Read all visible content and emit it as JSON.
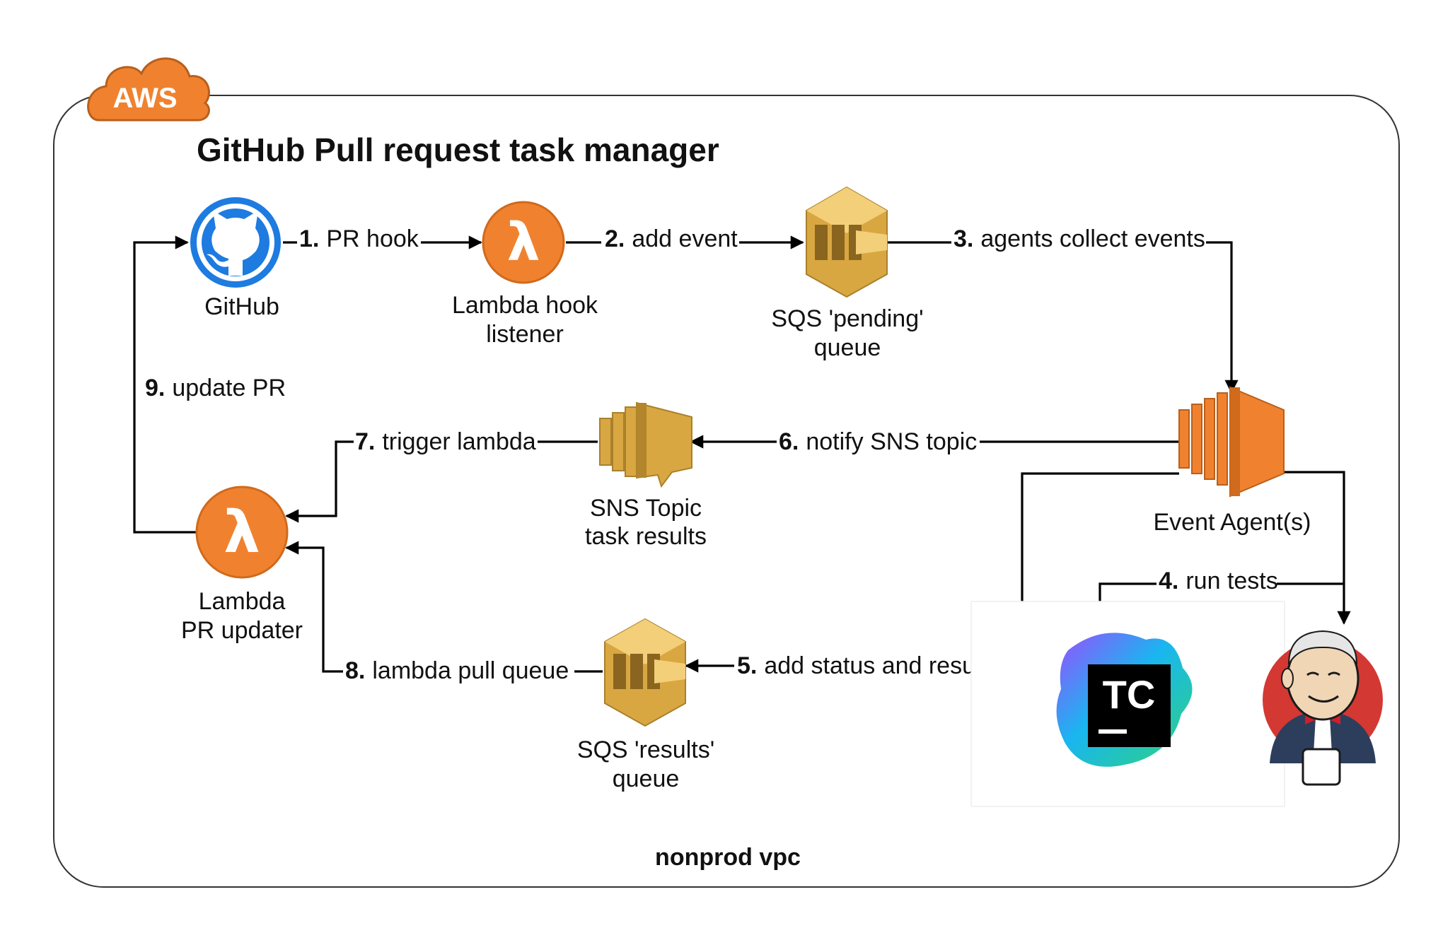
{
  "title": "GitHub Pull request task manager",
  "cloud_badge": "AWS",
  "vpc_label": "nonprod vpc",
  "colors": {
    "aws_orange": "#F0822F",
    "sqs_gold": "#D9A741",
    "github_blue": "#1E7BE0",
    "jenkins_red": "#D33833",
    "teamcity_black": "#000000"
  },
  "nodes": {
    "github": {
      "label": "GitHub",
      "icon": "github-octocat-icon"
    },
    "lambda_hook": {
      "line1": "Lambda hook",
      "line2": "listener",
      "icon": "lambda-icon"
    },
    "sqs_pending": {
      "line1": "SQS 'pending'",
      "line2": "queue",
      "icon": "sqs-queue-icon"
    },
    "event_agent": {
      "label": "Event Agent(s)",
      "icon": "ec2-instances-icon"
    },
    "sns_topic": {
      "line1": "SNS Topic",
      "line2": "task results",
      "icon": "sns-topic-icon"
    },
    "lambda_updater": {
      "line1": "Lambda",
      "line2": "PR updater",
      "icon": "lambda-icon"
    },
    "sqs_results": {
      "line1": "SQS 'results'",
      "line2": "queue",
      "icon": "sqs-queue-icon"
    },
    "teamcity": {
      "text": "TC",
      "icon": "teamcity-logo-icon"
    },
    "jenkins": {
      "icon": "jenkins-butler-icon"
    }
  },
  "steps": [
    {
      "num": "1.",
      "text": "PR hook"
    },
    {
      "num": "2.",
      "text": "add event"
    },
    {
      "num": "3.",
      "text": "agents collect events"
    },
    {
      "num": "4.",
      "text": "run tests"
    },
    {
      "num": "5.",
      "text": "add status and results"
    },
    {
      "num": "6.",
      "text": "notify SNS topic"
    },
    {
      "num": "7.",
      "text": "trigger lambda"
    },
    {
      "num": "8.",
      "text": "lambda pull queue"
    },
    {
      "num": "9.",
      "text": "update PR"
    }
  ]
}
